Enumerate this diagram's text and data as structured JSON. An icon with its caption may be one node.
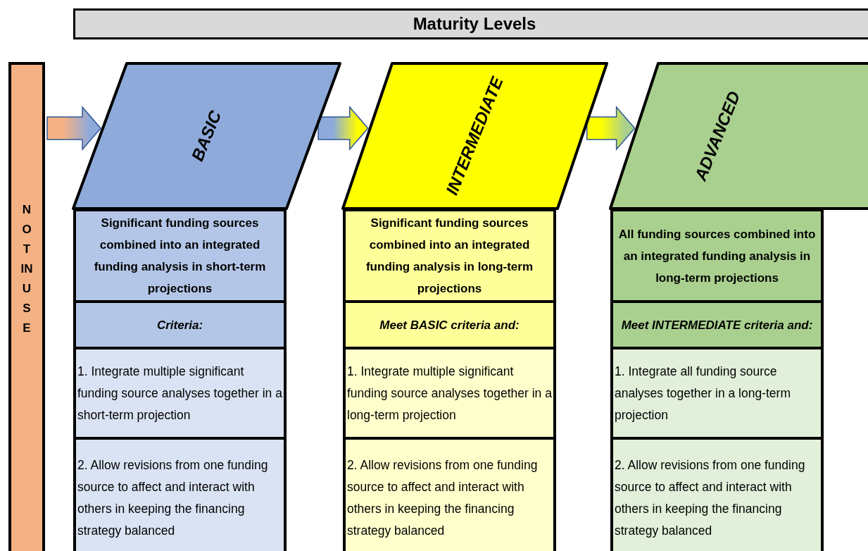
{
  "diagram": {
    "nodes": [
      {
        "text": [
          "Maturity Levels"
        ]
      },
      {
        "text": [
          "NOT IN USE"
        ]
      },
      {
        "text": [
          "BASIC"
        ]
      },
      {
        "text": [
          "INTERMEDIATE"
        ]
      },
      {
        "text": [
          "ADVANCED"
        ]
      },
      {
        "text": [
          "Significant funding sources combined into an integrated funding analysis in short-term projections"
        ]
      },
      {
        "text": [
          "Criteria:"
        ]
      },
      {
        "text": [
          "1. Integrate multiple significant funding source analyses together in a short-term projection"
        ]
      },
      {
        "text": [
          "2. Allow revisions from one funding source to affect and interact with others in keeping the financing strategy balanced"
        ]
      },
      {
        "text": [
          "Significant funding sources combined into an integrated funding analysis in long-term projections"
        ]
      },
      {
        "text": [
          "Meet BASIC criteria and:"
        ]
      },
      {
        "text": [
          "1. Integrate multiple significant funding source analyses together in a long-term projection"
        ]
      },
      {
        "text": [
          "2. Allow revisions from one funding source to affect and interact with others in keeping the financing strategy balanced"
        ]
      },
      {
        "text": [
          "All funding sources combined into an integrated funding analysis in long-term projections"
        ]
      },
      {
        "text": [
          "Meet INTERMEDIATE criteria and:"
        ]
      },
      {
        "text": [
          "1. Integrate all funding source analyses together in a long-term projection"
        ]
      },
      {
        "text": [
          "2. Allow revisions from one funding source to affect and interact with others in keeping the financing strategy balanced"
        ]
      }
    ],
    "edges": [
      {
        "from": 1,
        "to": 2,
        "arrow": "to"
      },
      {
        "from": 2,
        "to": 3,
        "arrow": "to"
      },
      {
        "from": 3,
        "to": 4,
        "arrow": "to"
      }
    ]
  }
}
